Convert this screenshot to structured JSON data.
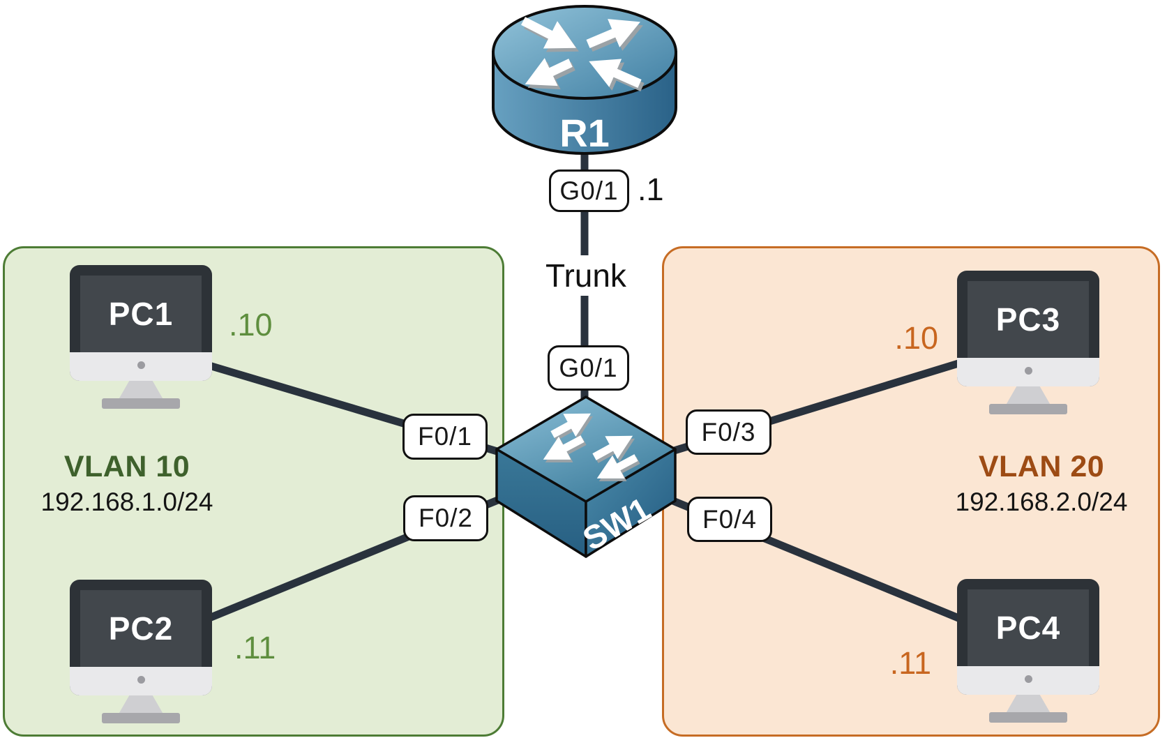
{
  "diagram": {
    "type": "network-topology",
    "description_visible_elements": "router-on-a-stick topology with one router, one switch, four PCs in two VLAN zones"
  },
  "colors": {
    "link_line": "#29323d",
    "device_blue": "#4a86a8",
    "vlan10_border": "#4d7c35",
    "vlan10_fill": "#e3edd5",
    "vlan10_title_text": "#3e612c",
    "vlan10_ip_text": "#5e8e3e",
    "vlan20_border": "#c66c24",
    "vlan20_fill": "#fbe6d3",
    "vlan20_title_text": "#9d4b14",
    "vlan20_ip_text": "#c8661f"
  },
  "router": {
    "name": "R1",
    "interface": "G0/1",
    "ip_suffix": ".1",
    "icon": "cisco-router-icon"
  },
  "trunk_label": "Trunk",
  "switch": {
    "name": "SW1",
    "uplink_interface": "G0/1",
    "icon": "cisco-switch-icon",
    "ports": [
      "F0/1",
      "F0/2",
      "F0/3",
      "F0/4"
    ]
  },
  "vlans": [
    {
      "title": "VLAN 10",
      "subnet": "192.168.1.0/24",
      "pcs": [
        {
          "name": "PC1",
          "ip_suffix": ".10",
          "switch_port": "F0/1",
          "icon": "desktop-monitor-icon"
        },
        {
          "name": "PC2",
          "ip_suffix": ".11",
          "switch_port": "F0/2",
          "icon": "desktop-monitor-icon"
        }
      ]
    },
    {
      "title": "VLAN 20",
      "subnet": "192.168.2.0/24",
      "pcs": [
        {
          "name": "PC3",
          "ip_suffix": ".10",
          "switch_port": "F0/3",
          "icon": "desktop-monitor-icon"
        },
        {
          "name": "PC4",
          "ip_suffix": ".11",
          "switch_port": "F0/4",
          "icon": "desktop-monitor-icon"
        }
      ]
    }
  ]
}
